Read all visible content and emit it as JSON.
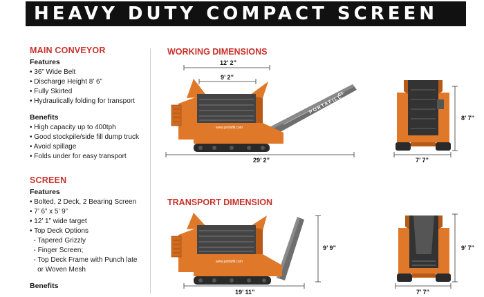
{
  "header": {
    "title": "HEAVY DUTY COMPACT SCREEN"
  },
  "main_conveyor": {
    "title": "MAIN CONVEYOR",
    "features_heading": "Features",
    "features": [
      "• 36” Wide Belt",
      "• Discharge Height 8’ 6”",
      "• Fully Skirted",
      "• Hydraulically folding for transport"
    ],
    "benefits_heading": "Benefits",
    "benefits": [
      "• High capacity up to 400tph",
      "• Good stockpile/side fill dump truck",
      "• Avoid spillage",
      "• Folds under for easy transport"
    ]
  },
  "screen": {
    "title": "SCREEN",
    "features_heading": "Features",
    "features": [
      "• Bolted, 2 Deck, 2 Bearing Screen",
      "• 7’ 6” x 5’ 9”",
      "• 12’ 1” wide target",
      "• Top Deck Options",
      "  - Tapered Grizzly",
      "  - Finger Screen;",
      "  - Top Deck Frame with Punch late",
      "    or Woven Mesh"
    ],
    "benefits_heading": "Benefits"
  },
  "working": {
    "title": "WORKING DIMENSIONS",
    "top_width": "12’ 2”",
    "inner_width": "9’ 2”",
    "overall_length": "29’ 2”",
    "end_height": "8’ 7”",
    "end_width": "7’ 7”"
  },
  "transport": {
    "title": "TRANSPORT DIMENSION",
    "side_height": "9’ 9”",
    "overall_length": "19’ 11”",
    "end_height": "9’ 7”",
    "end_width": "7’ 7”"
  },
  "machine": {
    "brand": "PORTAFILL",
    "model": "CT",
    "website": "www.portafill.com",
    "colors": {
      "body": "#e0782a",
      "body_dark": "#b85a17",
      "track": "#2a2a2a",
      "hopper": "#444444",
      "conveyor": "#6e6e6e"
    }
  }
}
